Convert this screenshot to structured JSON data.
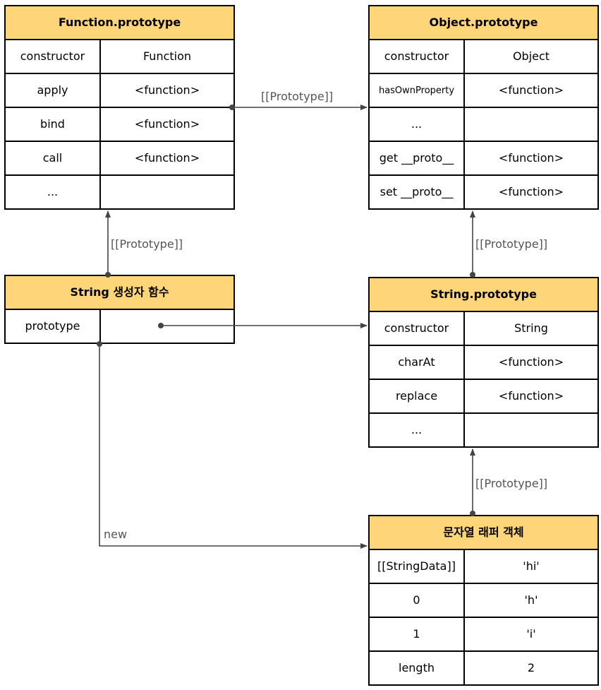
{
  "function_prototype": {
    "title": "Function.prototype",
    "rows": [
      {
        "key": "constructor",
        "value": "Function"
      },
      {
        "key": "apply",
        "value": "<function>"
      },
      {
        "key": "bind",
        "value": "<function>"
      },
      {
        "key": "call",
        "value": "<function>"
      },
      {
        "key": "...",
        "value": ""
      }
    ]
  },
  "object_prototype": {
    "title": "Object.prototype",
    "rows": [
      {
        "key": "constructor",
        "value": "Object"
      },
      {
        "key": "hasOwnProperty",
        "value": "<function>"
      },
      {
        "key": "...",
        "value": ""
      },
      {
        "key": "get __proto__",
        "value": "<function>"
      },
      {
        "key": "set __proto__",
        "value": "<function>"
      }
    ]
  },
  "string_constructor": {
    "title": "String 생성자 함수",
    "rows": [
      {
        "key": "prototype",
        "value": ""
      }
    ]
  },
  "string_prototype": {
    "title": "String.prototype",
    "rows": [
      {
        "key": "constructor",
        "value": "String"
      },
      {
        "key": "charAt",
        "value": "<function>"
      },
      {
        "key": "replace",
        "value": "<function>"
      },
      {
        "key": "...",
        "value": ""
      }
    ]
  },
  "string_wrapper": {
    "title": "문자열 래퍼 객체",
    "rows": [
      {
        "key": "[[StringData]]",
        "value": "'hi'"
      },
      {
        "key": "0",
        "value": "'h'"
      },
      {
        "key": "1",
        "value": "'i'"
      },
      {
        "key": "length",
        "value": "2"
      }
    ]
  },
  "edges": {
    "fp_to_op": "[[Prototype]]",
    "sc_to_fp": "[[Prototype]]",
    "sp_to_op": "[[Prototype]]",
    "sw_to_sp": "[[Prototype]]",
    "new_label": "new"
  },
  "colors": {
    "header_fill": "#ffd57a",
    "border": "#000000",
    "arrow": "#444444",
    "label": "#555555"
  }
}
